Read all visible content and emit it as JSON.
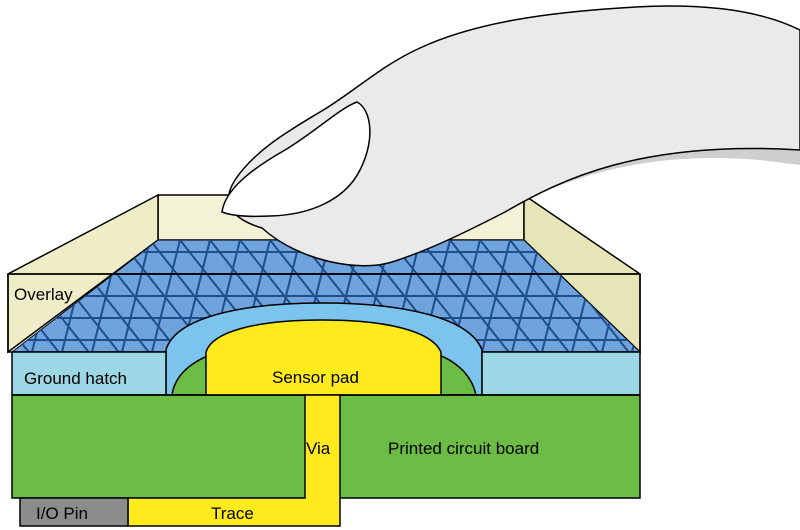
{
  "labels": {
    "overlay": "Overlay",
    "ground_hatch": "Ground hatch",
    "sensor_pad": "Sensor pad",
    "via": "Via",
    "pcb": "Printed circuit board",
    "io_pin": "I/O Pin",
    "trace": "Trace"
  },
  "colors": {
    "overlay": "#eeedc8",
    "hatch_fill": "#6fa3dd",
    "hatch_lines": "#1f4e8c",
    "ground_side": "#9cd7e6",
    "dome_ring": "#7cc4ee",
    "pcb": "#6cbd45",
    "copper": "#ffea1e",
    "io_pin": "#8c8c8c",
    "finger": "#e8e8e8",
    "finger_shadow": "#cfcfcf"
  }
}
